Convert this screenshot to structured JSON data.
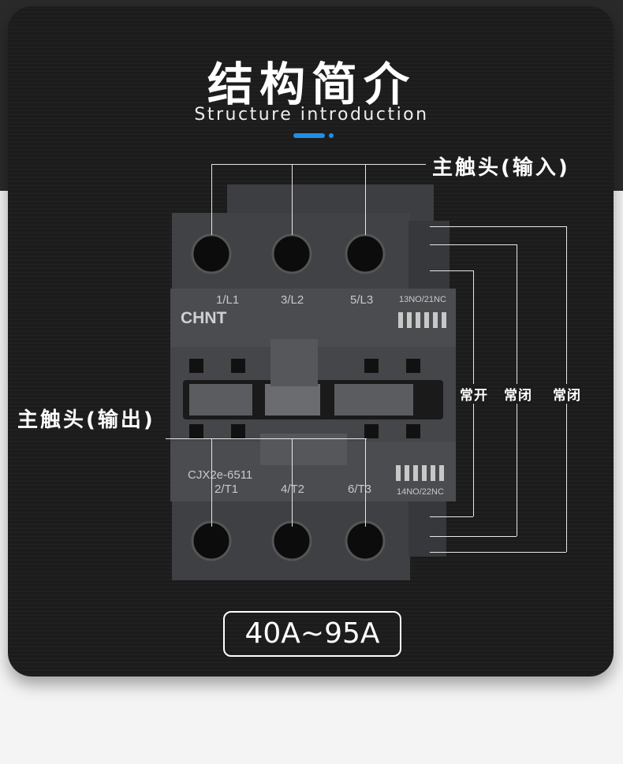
{
  "title": "结构简介",
  "subtitle": "Structure introduction",
  "labels": {
    "main_input": "主触头(输入)",
    "main_output": "主触头(输出)",
    "no": "常开",
    "nc1": "常闭",
    "nc2": "常闭"
  },
  "product": {
    "brand": "CHNT",
    "model": "CJX2e-6511",
    "top_terminals": [
      "1/L1",
      "3/L2",
      "5/L3"
    ],
    "bottom_terminals": [
      "2/T1",
      "4/T2",
      "6/T3"
    ],
    "aux_top": "13NO/21NC",
    "aux_bottom": "14NO/22NC"
  },
  "range_badge": "40A~95A",
  "colors": {
    "accent": "#1e8fe6",
    "card": "#1e1e1e"
  }
}
